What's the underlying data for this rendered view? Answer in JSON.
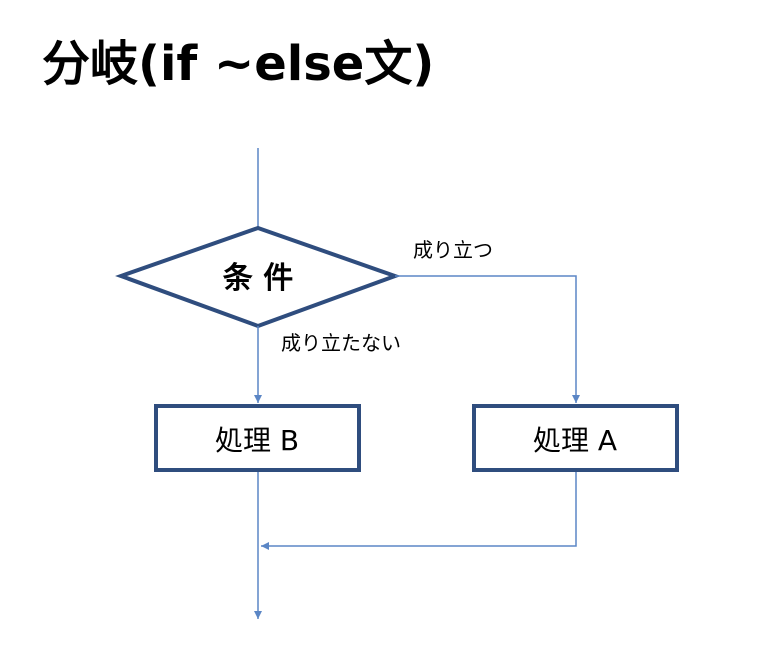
{
  "title": "分岐(if ~else文)",
  "diagram": {
    "condition": {
      "label": "条 件"
    },
    "branch_true": {
      "label": "成り立つ"
    },
    "branch_false": {
      "label": "成り立たない"
    },
    "process_a": {
      "label": "処理 A"
    },
    "process_b": {
      "label": "処理 B"
    }
  },
  "colors": {
    "shape_stroke": "#2f4d7e",
    "connector": "#5b86c5",
    "text": "#000000",
    "background": "#ffffff"
  }
}
